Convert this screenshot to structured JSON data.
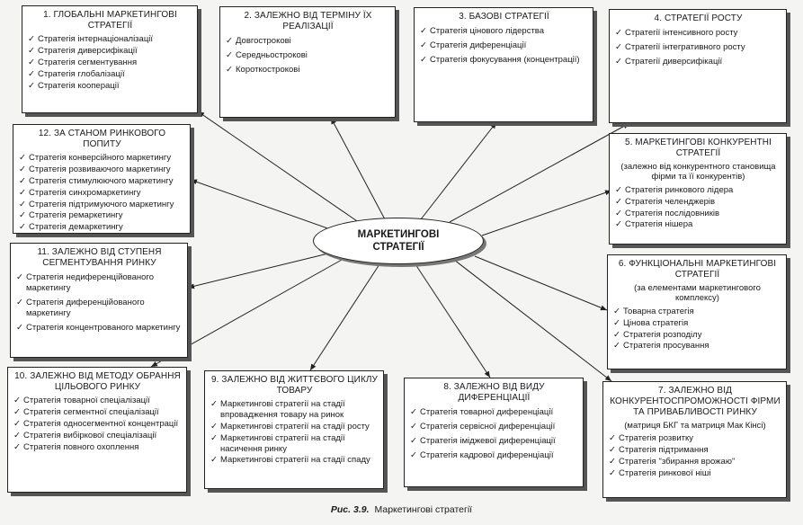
{
  "center": {
    "line1": "МАРКЕТИНГОВІ",
    "line2": "СТРАТЕГІЇ"
  },
  "caption": {
    "figure": "Рис. 3.9.",
    "text": "Маркетингові стратегії"
  },
  "icons": {
    "bullet": "check-icon"
  },
  "boxes": [
    {
      "title": "1. ГЛОБАЛЬНІ МАРКЕТИНГОВІ СТРАТЕГІЇ",
      "subtitle": "",
      "items": [
        "Стратегія інтернаціоналізації",
        "Стратегія диверсифікації",
        "Стратегія сегментування",
        "Стратегія глобалізації",
        "Стратегія кооперації"
      ]
    },
    {
      "title": "2. ЗАЛЕЖНО ВІД ТЕРМІНУ ЇХ РЕАЛІЗАЦІЇ",
      "subtitle": "",
      "items": [
        "Довгострокові",
        "Середньострокові",
        "Короткострокові"
      ]
    },
    {
      "title": "3. БАЗОВІ СТРАТЕГІЇ",
      "subtitle": "",
      "items": [
        "Стратегія цінового лідерства",
        "Стратегія диференціації",
        "Стратегія фокусування (концентрації)"
      ]
    },
    {
      "title": "4. СТРАТЕГІЇ РОСТУ",
      "subtitle": "",
      "items": [
        "Стратегії інтенсивного росту",
        "Стратегії інтегративного росту",
        "Стратегії диверсифікації"
      ]
    },
    {
      "title": "5. МАРКЕТИНГОВІ КОНКУРЕНТНІ СТРАТЕГІЇ",
      "subtitle": "(залежно від конкурентного становища фірми та її конкурентів)",
      "items": [
        "Стратегія ринкового лідера",
        "Стратегія челенджерів",
        "Стратегія послідовників",
        "Стратегія нішера"
      ]
    },
    {
      "title": "6. ФУНКЦІОНАЛЬНІ МАРКЕТИНГОВІ СТРАТЕГІЇ",
      "subtitle": "(за елементами маркетингового комплексу)",
      "items": [
        "Товарна стратегія",
        "Цінова стратегія",
        "Стратегія розподілу",
        "Стратегія просування"
      ]
    },
    {
      "title": "7. ЗАЛЕЖНО ВІД КОНКУРЕНТОСПРОМОЖНОСТІ ФІРМИ ТА ПРИВАБЛИВОСТІ РИНКУ",
      "subtitle": "(матриця БКГ та матриця Мак Кінсі)",
      "items": [
        "Стратегія розвитку",
        "Стратегія підтримання",
        "Стратегія \"збирання врожаю\"",
        "Стратегія ринкової ніші"
      ]
    },
    {
      "title": "8. ЗАЛЕЖНО ВІД ВИДУ ДИФЕРЕНЦІАЦІЇ",
      "subtitle": "",
      "items": [
        "Стратегія товарної диференціації",
        "Стратегія сервісної диференціації",
        "Стратегія іміджевої диференціації",
        "Стратегія кадрової диференціації"
      ]
    },
    {
      "title": "9. ЗАЛЕЖНО ВІД ЖИТТЄВОГО ЦИКЛУ ТОВАРУ",
      "subtitle": "",
      "items": [
        "Маркетингові стратегії на стадії впровадження товару на ринок",
        "Маркетингові стратегії на стадії росту",
        "Маркетингові стратегії на стадії насичення ринку",
        "Маркетингові стратегії на стадії спаду"
      ]
    },
    {
      "title": "10. ЗАЛЕЖНО ВІД МЕТОДУ ОБРАННЯ ЦІЛЬОВОГО РИНКУ",
      "subtitle": "",
      "items": [
        "Стратегія товарної спеціалізації",
        "Стратегія сегментної спеціалізації",
        "Стратегія односегментної концентрації",
        "Стратегія вибіркової спеціалізації",
        "Стратегія повного охоплення"
      ]
    },
    {
      "title": "11. ЗАЛЕЖНО ВІД СТУПЕНЯ СЕГМЕНТУВАННЯ РИНКУ",
      "subtitle": "",
      "items": [
        "Стратегія недиференційованого маркетингу",
        "Стратегія диференційованого маркетингу",
        "Стратегія концентрованого маркетингу"
      ]
    },
    {
      "title": "12. ЗА СТАНОМ РИНКОВОГО ПОПИТУ",
      "subtitle": "",
      "items": [
        "Стратегія конверсійного маркетингу",
        "Стратегія розвиваючого маркетингу",
        "Стратегія стимулюючого маркетингу",
        "Стратегія синхромаркетингу",
        "Стратегія підтримуючого маркетингу",
        "Стратегія ремаркетингу",
        "Стратегія демаркетингу"
      ]
    }
  ]
}
